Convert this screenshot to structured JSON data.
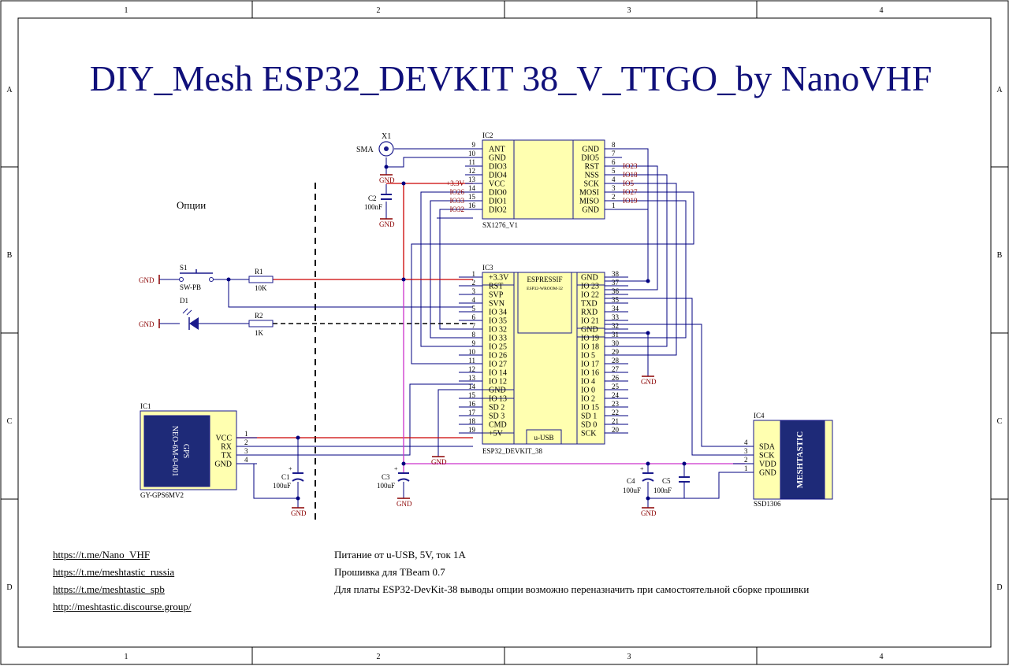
{
  "title": "DIY_Mesh ESP32_DEVKIT 38_V_TTGO_by NanoVHF",
  "options_label": "Опции",
  "frame": {
    "cols": [
      "1",
      "2",
      "3",
      "4"
    ],
    "rows": [
      "A",
      "B",
      "C",
      "D"
    ]
  },
  "colors": {
    "wire": "#000080",
    "power": "#cc0000",
    "vdd": "#cc33cc",
    "part_fill": "#ffffb0",
    "part_border": "#1a1a8c",
    "label": "#8b0000"
  },
  "antenna": {
    "ref": "X1",
    "name": "SMA",
    "gnd": "GND"
  },
  "ic2": {
    "ref": "IC2",
    "part": "SX1276_V1",
    "left_pins": [
      {
        "num": "9",
        "name": "ANT"
      },
      {
        "num": "10",
        "name": "GND"
      },
      {
        "num": "11",
        "name": "DIO3"
      },
      {
        "num": "12",
        "name": "DIO4"
      },
      {
        "num": "13",
        "name": "VCC"
      },
      {
        "num": "14",
        "name": "DIO0"
      },
      {
        "num": "15",
        "name": "DIO1"
      },
      {
        "num": "16",
        "name": "DIO2"
      }
    ],
    "right_pins": [
      {
        "num": "8",
        "name": "GND"
      },
      {
        "num": "7",
        "name": "DIO5"
      },
      {
        "num": "6",
        "name": "RST"
      },
      {
        "num": "5",
        "name": "NSS"
      },
      {
        "num": "4",
        "name": "SCK"
      },
      {
        "num": "3",
        "name": "MOSI"
      },
      {
        "num": "2",
        "name": "MISO"
      },
      {
        "num": "1",
        "name": "GND"
      }
    ],
    "left_nets": [
      "",
      "",
      "",
      "",
      "+3.3V",
      "IO26",
      "IO33",
      "IO32"
    ],
    "right_nets": [
      "",
      "",
      "IO23",
      "IO18",
      "IO5",
      "IO27",
      "IO19",
      ""
    ]
  },
  "c2": {
    "ref": "C2",
    "value": "100nF",
    "gnd": "GND",
    "gnd_top": "GND"
  },
  "ic3": {
    "ref": "IC3",
    "part": "ESP32_DEVKIT_38",
    "brand": "ESPRESSIF",
    "module": "ESP32-WROOM-32",
    "usb": "u-USB",
    "left_pins": [
      {
        "num": "1",
        "name": "+3.3V"
      },
      {
        "num": "2",
        "name": "RST"
      },
      {
        "num": "3",
        "name": "SVP"
      },
      {
        "num": "4",
        "name": "SVN"
      },
      {
        "num": "5",
        "name": "IO 34"
      },
      {
        "num": "6",
        "name": "IO 35"
      },
      {
        "num": "7",
        "name": "IO 32"
      },
      {
        "num": "8",
        "name": "IO 33"
      },
      {
        "num": "9",
        "name": "IO 25"
      },
      {
        "num": "10",
        "name": "IO 26"
      },
      {
        "num": "11",
        "name": "IO 27"
      },
      {
        "num": "12",
        "name": "IO 14"
      },
      {
        "num": "13",
        "name": "IO 12"
      },
      {
        "num": "14",
        "name": "GND"
      },
      {
        "num": "15",
        "name": "IO 13"
      },
      {
        "num": "16",
        "name": "SD 2"
      },
      {
        "num": "17",
        "name": "SD 3"
      },
      {
        "num": "18",
        "name": "CMD"
      },
      {
        "num": "19",
        "name": "+5V"
      }
    ],
    "right_pins": [
      {
        "num": "38",
        "name": "GND"
      },
      {
        "num": "37",
        "name": "IO 23"
      },
      {
        "num": "36",
        "name": "IO 22"
      },
      {
        "num": "35",
        "name": "TXD"
      },
      {
        "num": "34",
        "name": "RXD"
      },
      {
        "num": "33",
        "name": "IO 21"
      },
      {
        "num": "32",
        "name": "GND"
      },
      {
        "num": "31",
        "name": "IO 19"
      },
      {
        "num": "30",
        "name": "IO 18"
      },
      {
        "num": "29",
        "name": "IO 5"
      },
      {
        "num": "28",
        "name": "IO 17"
      },
      {
        "num": "27",
        "name": "IO 16"
      },
      {
        "num": "26",
        "name": "IO 4"
      },
      {
        "num": "25",
        "name": "IO 0"
      },
      {
        "num": "24",
        "name": "IO 2"
      },
      {
        "num": "23",
        "name": "IO 15"
      },
      {
        "num": "22",
        "name": "SD 1"
      },
      {
        "num": "21",
        "name": "SD 0"
      },
      {
        "num": "20",
        "name": "SCK"
      }
    ]
  },
  "s1": {
    "ref": "S1",
    "part": "SW-PB",
    "gnd": "GND"
  },
  "r1": {
    "ref": "R1",
    "value": "10K"
  },
  "d1": {
    "ref": "D1",
    "gnd": "GND"
  },
  "r2": {
    "ref": "R2",
    "value": "1K"
  },
  "ic1": {
    "ref": "IC1",
    "part": "GY-GPS6MV2",
    "label1": "GPS",
    "label2": "NEO-6M-0-001",
    "pins": [
      {
        "num": "1",
        "name": "VCC"
      },
      {
        "num": "2",
        "name": "RX"
      },
      {
        "num": "3",
        "name": "TX"
      },
      {
        "num": "4",
        "name": "GND"
      }
    ]
  },
  "c1": {
    "ref": "C1",
    "value": "100uF",
    "gnd": "GND"
  },
  "c3": {
    "ref": "C3",
    "value": "100uF",
    "gnd": "GND"
  },
  "c4": {
    "ref": "C4",
    "value": "100uF",
    "gnd": "GND"
  },
  "c5": {
    "ref": "C5",
    "value": "100nF"
  },
  "gnd_ic3": "GND",
  "gnd_right": "GND",
  "ic4": {
    "ref": "IC4",
    "part": "SSD1306",
    "logo": "MESHTASTIC",
    "pins": [
      {
        "num": "4",
        "name": "SDA"
      },
      {
        "num": "3",
        "name": "SCK"
      },
      {
        "num": "2",
        "name": "VDD"
      },
      {
        "num": "1",
        "name": "GND"
      }
    ]
  },
  "links": [
    "https://t.me/Nano_VHF",
    "https://t.me/meshtastic_russia",
    "https://t.me/meshtastic_spb",
    "http://meshtastic.discourse.group/"
  ],
  "notes": [
    "Питание от u-USB, 5V, ток 1A",
    "Прошивка для TBeam 0.7",
    "Для платы ESP32-DevKit-38 выводы опции возможно переназначить при самостоятельной сборке прошивки"
  ]
}
